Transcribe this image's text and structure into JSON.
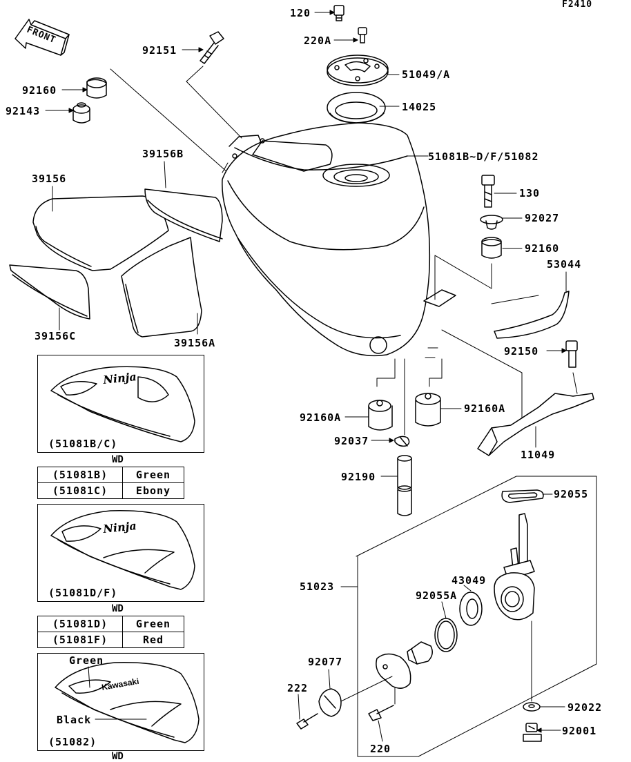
{
  "figure_code": "F2410",
  "front_arrow": "FRONT",
  "parts": {
    "p120": "120",
    "p220A": "220A",
    "p51049A": "51049/A",
    "p14025": "14025",
    "p92151": "92151",
    "p92160_top": "92160",
    "p92143": "92143",
    "p39156B": "39156B",
    "p39156": "39156",
    "p39156C": "39156C",
    "p39156A": "39156A",
    "p51081": "51081B~D/F/51082",
    "p130": "130",
    "p92027": "92027",
    "p92160_right": "92160",
    "p53044": "53044",
    "p92150": "92150",
    "p92160A_left": "92160A",
    "p92160A_right": "92160A",
    "p92037": "92037",
    "p11049": "11049",
    "p92190": "92190",
    "p92055": "92055",
    "p51023": "51023",
    "p43049": "43049",
    "p92055A": "92055A",
    "p92077": "92077",
    "p222": "222",
    "p220": "220",
    "p92022": "92022",
    "p92001": "92001"
  },
  "panels": [
    {
      "caption": "(51081B/C)",
      "wd": "WD",
      "logo": "Ninja",
      "rows": [
        {
          "code": "(51081B)",
          "color": "Green"
        },
        {
          "code": "(51081C)",
          "color": "Ebony"
        }
      ]
    },
    {
      "caption": "(51081D/F)",
      "wd": "WD",
      "logo": "Ninja",
      "rows": [
        {
          "code": "(51081D)",
          "color": "Green"
        },
        {
          "code": "(51081F)",
          "color": "Red"
        }
      ]
    },
    {
      "caption": "(51082)",
      "wd": "WD",
      "logo": "Kawasaki",
      "color_labels": {
        "top": "Green",
        "bottom": "Black"
      }
    }
  ]
}
